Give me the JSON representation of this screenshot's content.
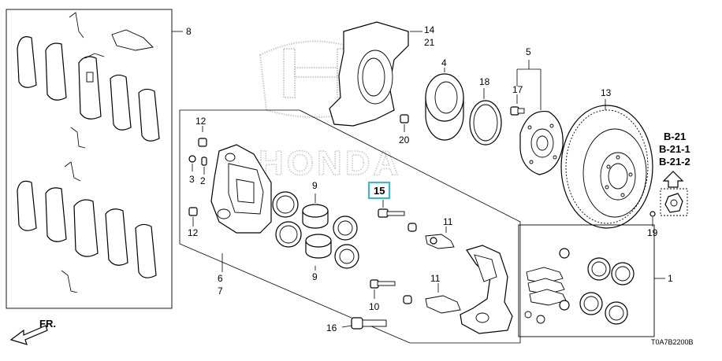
{
  "watermark": {
    "brand": "HONDA"
  },
  "callouts": {
    "c1": "1",
    "c2": "2",
    "c3": "3",
    "c4": "4",
    "c5": "5",
    "c6": "6",
    "c7": "7",
    "c8": "8",
    "c9a": "9",
    "c9b": "9",
    "c10": "10",
    "c11a": "11",
    "c11b": "11",
    "c12a": "12",
    "c12b": "12",
    "c13": "13",
    "c14": "14",
    "c15": "15",
    "c16": "16",
    "c17": "17",
    "c18": "18",
    "c19": "19",
    "c20": "20",
    "c21": "21"
  },
  "references": {
    "r1": "B-21",
    "r2": "B-21-1",
    "r3": "B-21-2"
  },
  "direction_label": "FR.",
  "diagram_code": "T0A7B2200B",
  "highlight_color": "#3fb6cc"
}
